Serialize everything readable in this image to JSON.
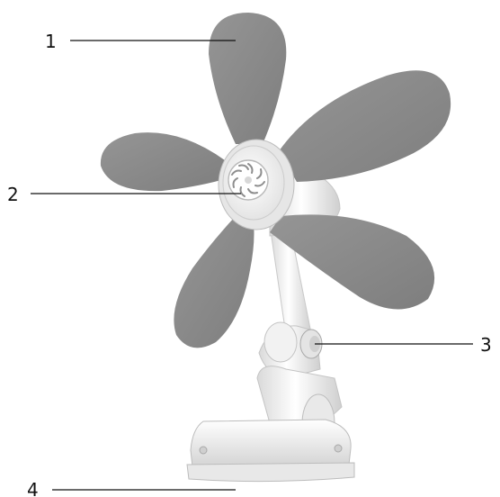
{
  "figure": {
    "subject": "clip-on-fan",
    "colors": {
      "blade": "#8b8b8b",
      "blade_edge": "#7d7d7d",
      "body": "#f3f3f3",
      "body_shadow": "#cfcfcf",
      "line": "#111111"
    }
  },
  "callouts": [
    {
      "id": "blades",
      "label": "1"
    },
    {
      "id": "grille-hub",
      "label": "2"
    },
    {
      "id": "tilt-knob",
      "label": "3"
    },
    {
      "id": "clip-base",
      "label": "4"
    }
  ]
}
